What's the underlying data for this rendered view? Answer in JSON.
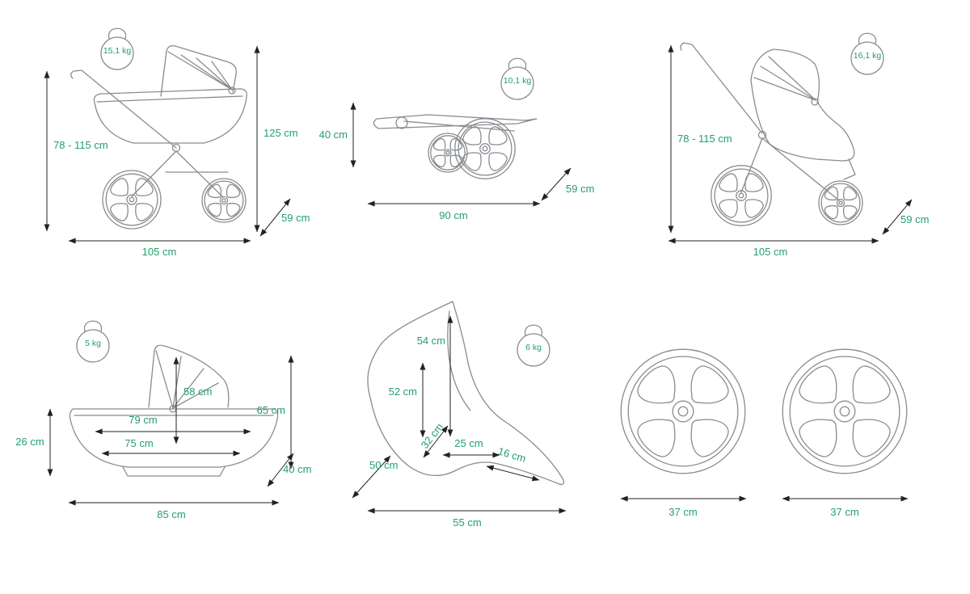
{
  "colors": {
    "accent_green": "#22a06b",
    "dimension_lines": "#222222",
    "drawing_lines": "#888c90"
  },
  "panels": {
    "pram_with_carrycot": {
      "weight": "15,1 kg",
      "handle_height": "78 - 115 cm",
      "total_height": "125 cm",
      "length": "105 cm",
      "width": "59 cm"
    },
    "folded_chassis": {
      "weight": "10,1 kg",
      "folded_height": "40 cm",
      "folded_length": "90 cm",
      "width": "59 cm"
    },
    "pushchair": {
      "weight": "16,1 kg",
      "handle_height": "78 - 115 cm",
      "length": "105 cm",
      "width": "59 cm"
    },
    "carrycot": {
      "weight": "5 kg",
      "inner_height": "58 cm",
      "inner_length": "79 cm",
      "mattress_length": "75 cm",
      "shell_height": "26 cm",
      "total_height": "65 cm",
      "width": "40 cm",
      "outer_length": "85 cm"
    },
    "seat_unit": {
      "weight": "6 kg",
      "backrest_height": "54 cm",
      "backrest_width": "52 cm",
      "seat_depth": "32 cm",
      "seat_length": "25 cm",
      "footrest_length": "16 cm",
      "side_height": "50 cm",
      "total_length": "55 cm"
    },
    "wheels": {
      "left_wheel_diameter": "37 cm",
      "right_wheel_diameter": "37 cm"
    }
  }
}
